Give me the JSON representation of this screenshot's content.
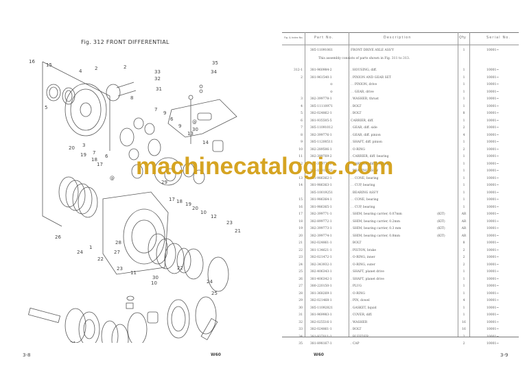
{
  "left_page": {
    "figure_title": "Fig. 312  FRONT DIFFERENTIAL",
    "page_number": "3-8",
    "model": "W60",
    "callouts": [
      "1",
      "2",
      "2",
      "3",
      "4",
      "5",
      "6",
      "6",
      "7",
      "8",
      "9",
      "9",
      "10",
      "10",
      "11",
      "12",
      "13",
      "14",
      "15",
      "16",
      "17",
      "17",
      "18",
      "18",
      "19",
      "19",
      "20",
      "20",
      "21",
      "21",
      "22",
      "22",
      "23",
      "23",
      "24",
      "24",
      "25",
      "26",
      "27",
      "28",
      "29",
      "30",
      "30",
      "31",
      "32",
      "33",
      "34",
      "35"
    ]
  },
  "right_page": {
    "page_number": "3-9",
    "model": "W60",
    "table": {
      "headers": {
        "fig": "Fig. & Index No.",
        "part": "Part No.",
        "desc": "Description",
        "qty": "Q'ty",
        "serial": "Serial No."
      },
      "assembly": {
        "part": "385-11091061",
        "desc": "FRONT DRIVE AXLE ASS'Y",
        "qty": "1",
        "serial": "10001~"
      },
      "note": "This assembly consists of parts shown in Fig. 311 to 313.",
      "rows": [
        {
          "fig": "312-1",
          "part": "381-960984-2",
          "desc": ". HOUSING, diff.",
          "kit": "",
          "qty": "1",
          "serial": "10001~"
        },
        {
          "fig": "2",
          "part": "381-961540-1",
          "desc": ". PINION AND GEAR SET",
          "kit": "",
          "qty": "1",
          "serial": "10001~"
        },
        {
          "fig": "",
          "part": "⊙",
          "desc": ". . PINION, drive",
          "kit": "",
          "qty": "1",
          "serial": "10001~"
        },
        {
          "fig": "",
          "part": "⊙",
          "desc": ". . GEAR, drive",
          "kit": "",
          "qty": "1",
          "serial": "10001~"
        },
        {
          "fig": "3",
          "part": "382-399778-1",
          "desc": ". WASHER, thrust",
          "kit": "",
          "qty": "1",
          "serial": "10001~"
        },
        {
          "fig": "4",
          "part": "385-11110971",
          "desc": ". BOLT",
          "kit": "",
          "qty": "1",
          "serial": "10001~"
        },
        {
          "fig": "5",
          "part": "382-024862-1",
          "desc": ". BOLT",
          "kit": "",
          "qty": "8",
          "serial": "10001~"
        },
        {
          "fig": "6",
          "part": "381-935505-5",
          "desc": "CARRIER, diff.",
          "kit": "",
          "qty": "1",
          "serial": "10001~"
        },
        {
          "fig": "7",
          "part": "385-11091012",
          "desc": ". GEAR, diff. side",
          "kit": "",
          "qty": "2",
          "serial": "10001~"
        },
        {
          "fig": "8",
          "part": "382-399776-1",
          "desc": ". GEAR, diff. pinion",
          "kit": "",
          "qty": "4",
          "serial": "10001~"
        },
        {
          "fig": "9",
          "part": "385-11200511",
          "desc": ". SHAFT, diff. pinion",
          "kit": "",
          "qty": "1",
          "serial": "10001~"
        },
        {
          "fig": "10",
          "part": "382-289506-1",
          "desc": ". O-RING",
          "kit": "",
          "qty": "2",
          "serial": "10001~"
        },
        {
          "fig": "11",
          "part": "382-399769-2",
          "desc": ". CARRIER, diff. bearing",
          "kit": "",
          "qty": "1",
          "serial": "10001~"
        },
        {
          "fig": "12",
          "part": "382-399770-2",
          "desc": ". CARRIER, diff. bearing",
          "kit": "",
          "qty": "1",
          "serial": "10001~"
        },
        {
          "fig": "",
          "part": "385-10019251",
          "desc": ". BEARING ASS'Y",
          "kit": "",
          "qty": "1",
          "serial": "10001~"
        },
        {
          "fig": "13",
          "part": "381-986362-1",
          "desc": ". . CONE, bearing",
          "kit": "",
          "qty": "1",
          "serial": "10001~"
        },
        {
          "fig": "14",
          "part": "381-986363-1",
          "desc": ". . CUP, bearing",
          "kit": "",
          "qty": "1",
          "serial": "10001~"
        },
        {
          "fig": "",
          "part": "385-10019251",
          "desc": ". BEARING ASS'Y",
          "kit": "",
          "qty": "1",
          "serial": "10001~"
        },
        {
          "fig": "15",
          "part": "381-986364-1",
          "desc": ". . CONE, bearing",
          "kit": "",
          "qty": "1",
          "serial": "10001~"
        },
        {
          "fig": "16",
          "part": "381-986365-1",
          "desc": ". . CUP, bearing",
          "kit": "",
          "qty": "1",
          "serial": "10001~"
        },
        {
          "fig": "17",
          "part": "382-399771-1",
          "desc": ". SHIM, bearing carrier, 0.07mm",
          "kit": "(KIT)",
          "qty": "AR",
          "serial": "10001~"
        },
        {
          "fig": "18",
          "part": "382-899772-1",
          "desc": ". SHIM, bearing carrier, 0.2mm",
          "kit": "(KIT)",
          "qty": "AR",
          "serial": "10001~"
        },
        {
          "fig": "19",
          "part": "382-399773-1",
          "desc": ". SHIM, bearing carrier, 0.3 mm",
          "kit": "(KIT)",
          "qty": "AR",
          "serial": "10001~"
        },
        {
          "fig": "20",
          "part": "382-399774-1",
          "desc": ". SHIM, bearing carrier, 0.8mm",
          "kit": "(KIT)",
          "qty": "AR",
          "serial": "10001~"
        },
        {
          "fig": "21",
          "part": "382-024861-1",
          "desc": ". BOLT",
          "kit": "",
          "qty": "8",
          "serial": "10001~"
        },
        {
          "fig": "22",
          "part": "381-134621-1",
          "desc": ". PISTON, brake",
          "kit": "",
          "qty": "2",
          "serial": "10001~"
        },
        {
          "fig": "23",
          "part": "382-021472-1",
          "desc": ". O-RING, inner",
          "kit": "",
          "qty": "2",
          "serial": "10001~"
        },
        {
          "fig": "24",
          "part": "382-343932-1",
          "desc": ". O-RING, outer",
          "kit": "",
          "qty": "2",
          "serial": "10001~"
        },
        {
          "fig": "25",
          "part": "382-406343-1",
          "desc": ". SHAFT, planet drive",
          "kit": "",
          "qty": "1",
          "serial": "10001~"
        },
        {
          "fig": "26",
          "part": "381-406342-1",
          "desc": ". SHAFT, planet drive",
          "kit": "",
          "qty": "1",
          "serial": "10001~"
        },
        {
          "fig": "27",
          "part": "380-220150-1",
          "desc": ". PLUG",
          "kit": "",
          "qty": "1",
          "serial": "10001~"
        },
        {
          "fig": "28",
          "part": "381-368269-1",
          "desc": ". O-RING",
          "kit": "",
          "qty": "1",
          "serial": "10001~"
        },
        {
          "fig": "29",
          "part": "382-021468-1",
          "desc": ". PIN, dowel",
          "kit": "",
          "qty": "4",
          "serial": "10001~"
        },
        {
          "fig": "30",
          "part": "385-11092821",
          "desc": ". GASKET, liquid",
          "kit": "",
          "qty": "1",
          "serial": "10001~"
        },
        {
          "fig": "31",
          "part": "381-969983-1",
          "desc": ". COVER, diff.",
          "kit": "",
          "qty": "1",
          "serial": "10001~"
        },
        {
          "fig": "32",
          "part": "382-025516-1",
          "desc": ". WASHER",
          "kit": "",
          "qty": "16",
          "serial": "10001~"
        },
        {
          "fig": "33",
          "part": "382-024861-1",
          "desc": ". BOLT",
          "kit": "",
          "qty": "16",
          "serial": "10001~"
        },
        {
          "fig": "34",
          "part": "381-937011-1",
          "desc": ". BLEEDER",
          "kit": "",
          "qty": "2",
          "serial": "10001~"
        },
        {
          "fig": "35",
          "part": "381-898167-1",
          "desc": ". CAP",
          "kit": "",
          "qty": "2",
          "serial": "10001~"
        }
      ]
    }
  },
  "watermark": {
    "text": "machinecatalogic.com",
    "color": "#d4a017"
  }
}
